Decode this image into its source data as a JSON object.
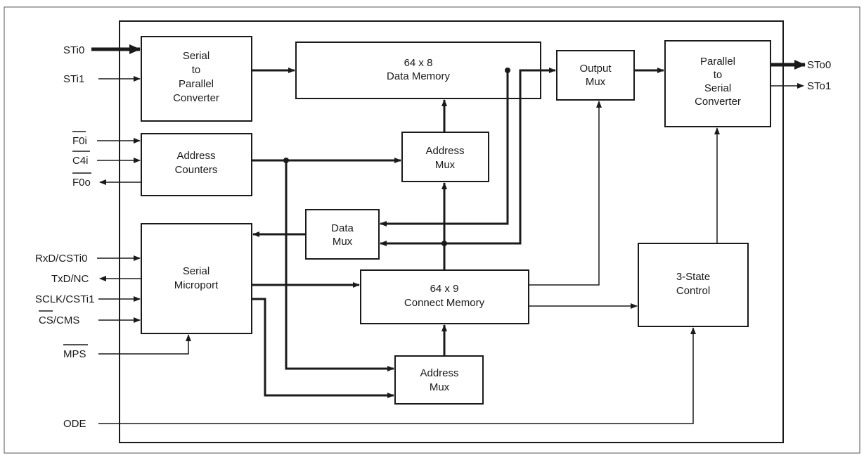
{
  "blocks": {
    "serial_parallel": [
      "Serial",
      "to",
      "Parallel",
      "Converter"
    ],
    "data_memory": [
      "64 x 8",
      "Data Memory"
    ],
    "output_mux": [
      "Output",
      "Mux"
    ],
    "parallel_serial": [
      "Parallel",
      "to",
      "Serial",
      "Converter"
    ],
    "address_counters": [
      "Address",
      "Counters"
    ],
    "address_mux_top": [
      "Address",
      "Mux"
    ],
    "data_mux": [
      "Data",
      "Mux"
    ],
    "serial_microport": [
      "Serial",
      "Microport"
    ],
    "connect_memory": [
      "64 x 9",
      "Connect Memory"
    ],
    "three_state": [
      "3-State",
      "Control"
    ],
    "address_mux_bottom": [
      "Address",
      "Mux"
    ]
  },
  "signals": {
    "sti0": "STi0",
    "sti1": "STi1",
    "f0i": "F0i",
    "c4i": "C4i",
    "f0o": "F0o",
    "rxd": "RxD/CSTi0",
    "txd": "TxD/NC",
    "sclk": "SCLK/CSTi1",
    "cs_bar": "CS",
    "cs_rest": "/CMS",
    "mps": "MPS",
    "ode": "ODE",
    "sto0": "STo0",
    "sto1": "STo1"
  },
  "colors": {
    "ink": "#1a1a1a",
    "background": "#ffffff"
  }
}
